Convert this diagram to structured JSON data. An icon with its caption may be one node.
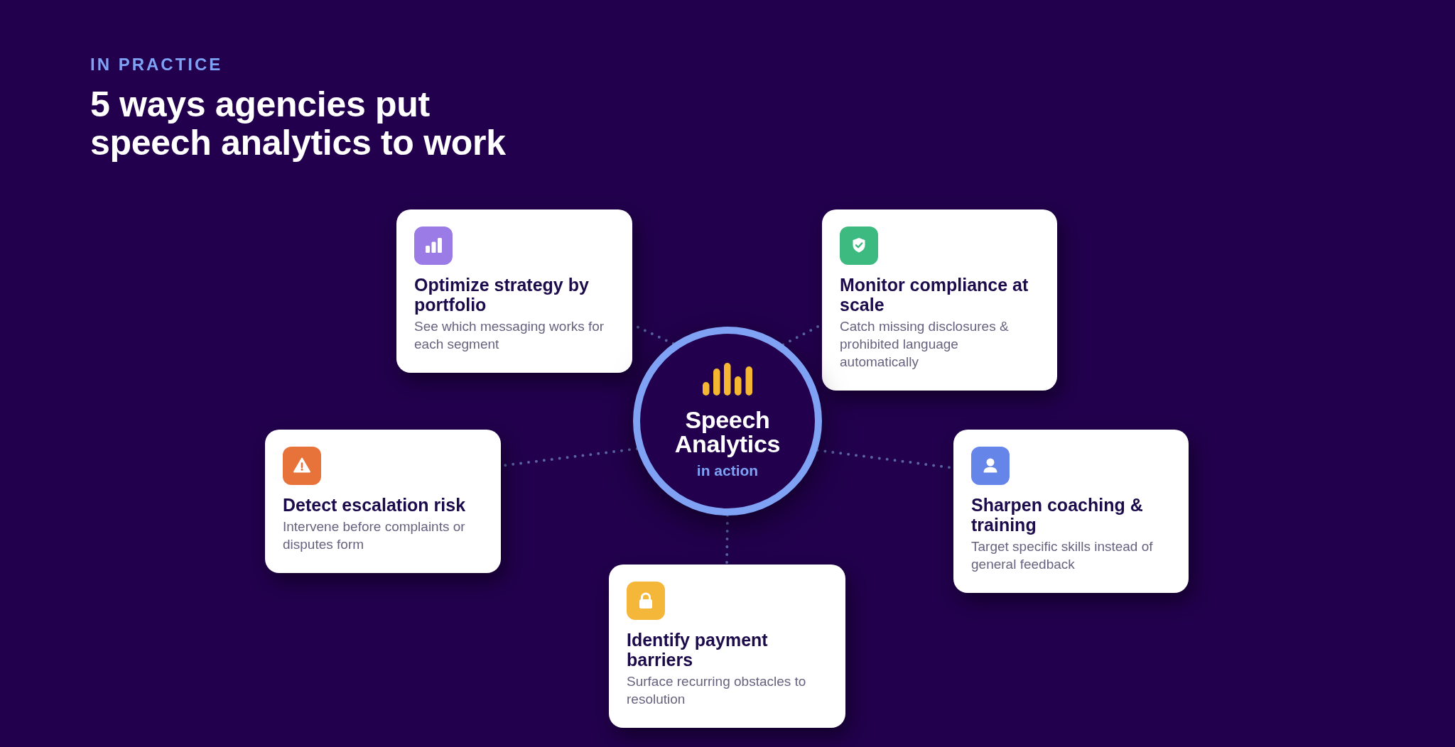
{
  "diagram": {
    "title": "5 ways agencies put speech analytics to work",
    "nodes": [
      {
        "text": [
          "Optimize strategy by portfolio",
          "See which messaging works for each segment"
        ]
      },
      {
        "text": [
          "Monitor compliance at scale",
          "Catch missing disclosures & prohibited language automatically"
        ]
      },
      {
        "text": [
          "Speech Analytics",
          "in action"
        ]
      },
      {
        "text": [
          "Detect escalation risk",
          "Intervene before complaints or disputes form"
        ]
      },
      {
        "text": [
          "Sharpen coaching & training",
          "Target specific skills instead of general feedback"
        ]
      },
      {
        "text": [
          "Identify payment barriers",
          "Surface recurring obstacles to resolution"
        ]
      }
    ],
    "edges": [
      {
        "from": 2,
        "to": 0,
        "arrow": "none"
      },
      {
        "from": 2,
        "to": 1,
        "arrow": "none"
      },
      {
        "from": 2,
        "to": 3,
        "arrow": "none"
      },
      {
        "from": 2,
        "to": 4,
        "arrow": "none"
      },
      {
        "from": 2,
        "to": 5,
        "arrow": "none"
      }
    ],
    "labels": [
      "IN PRACTICE"
    ]
  }
}
